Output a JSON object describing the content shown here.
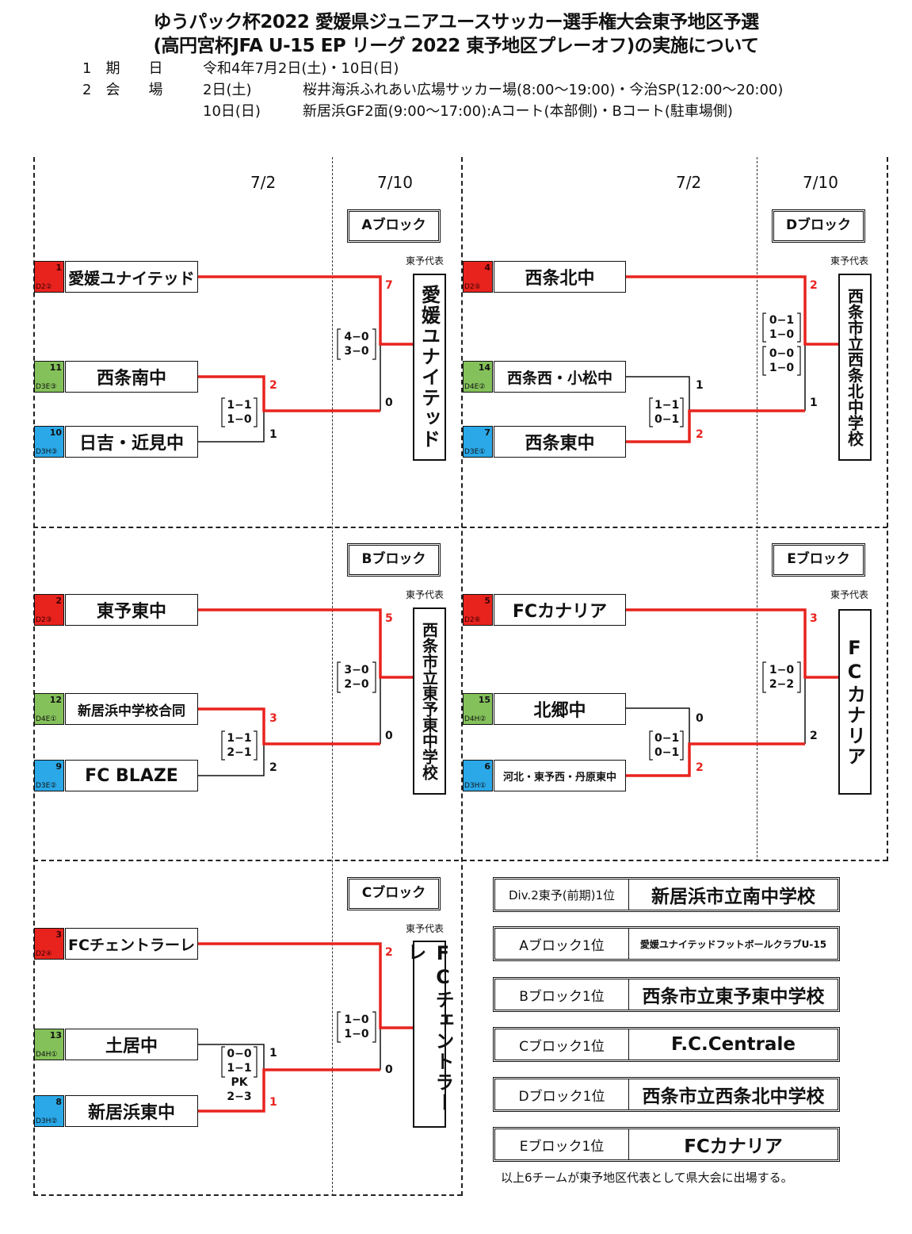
{
  "header": {
    "title1": "ゆうパック杯2022 愛媛県ジュニアユースサッカー選手権大会東予地区予選",
    "title2": "(高円宮杯JFA U-15 EP リーグ 2022 東予地区プレーオフ)の実施について",
    "line1_label": "1　期　　日",
    "line1_value": "令和4年7月2日(土)・10日(日)",
    "line2_label": "2　会　　場",
    "line2_date": "2日(土)",
    "line2_value": "桜井海浜ふれあい広場サッカー場(8:00〜19:00)・今治SP(12:00〜20:00)",
    "line3_date": "10日(日)",
    "line3_value": "新居浜GF2面(9:00〜17:00):Aコート(本部側)・Bコート(駐車場側)"
  },
  "dates": {
    "r1": "7/2",
    "r2": "7/10"
  },
  "rep_label": "東予代表",
  "blocks": {
    "A": {
      "label": "Aブロック",
      "teams": [
        {
          "seed": "1",
          "code": "D2②",
          "name": "愛媛ユナイテッド",
          "color": "red"
        },
        {
          "seed": "11",
          "code": "D3E③",
          "name": "西条南中",
          "color": "green"
        },
        {
          "seed": "10",
          "code": "D3H③",
          "name": "日吉・近見中",
          "color": "blue"
        }
      ],
      "semi": {
        "top": "2",
        "bottom": "1",
        "detail1": "1−1",
        "detail2": "1−0"
      },
      "final": {
        "top": "7",
        "bottom": "0",
        "detail1": "4−0",
        "detail2": "3−0"
      },
      "winner": "愛媛ユナイテッド"
    },
    "B": {
      "label": "Bブロック",
      "teams": [
        {
          "seed": "2",
          "code": "D2③",
          "name": "東予東中",
          "color": "red"
        },
        {
          "seed": "12",
          "code": "D4E①",
          "name": "新居浜中学校合同",
          "color": "green"
        },
        {
          "seed": "9",
          "code": "D3E②",
          "name": "FC BLAZE",
          "color": "blue"
        }
      ],
      "semi": {
        "top": "3",
        "bottom": "2",
        "detail1": "1−1",
        "detail2": "2−1"
      },
      "final": {
        "top": "5",
        "bottom": "0",
        "detail1": "3−0",
        "detail2": "2−0"
      },
      "winner": "西条市立東予東中学校"
    },
    "C": {
      "label": "Cブロック",
      "teams": [
        {
          "seed": "3",
          "code": "D2④",
          "name": "FCチェントラーレ",
          "color": "red"
        },
        {
          "seed": "13",
          "code": "D4H①",
          "name": "土居中",
          "color": "green"
        },
        {
          "seed": "8",
          "code": "D3H②",
          "name": "新居浜東中",
          "color": "blue"
        }
      ],
      "semi": {
        "top": "1",
        "bottom": "1",
        "detail1": "0−0",
        "detail2": "1−1",
        "detail3": "PK",
        "detail4": "2−3"
      },
      "final": {
        "top": "2",
        "bottom": "0",
        "detail1": "1−0",
        "detail2": "1−0"
      },
      "winner": "FCチェントラーレ"
    },
    "D": {
      "label": "Dブロック",
      "teams": [
        {
          "seed": "4",
          "code": "D2⑤",
          "name": "西条北中",
          "color": "red"
        },
        {
          "seed": "14",
          "code": "D4E②",
          "name": "西条西・小松中",
          "color": "green"
        },
        {
          "seed": "7",
          "code": "D3E①",
          "name": "西条東中",
          "color": "blue"
        }
      ],
      "semi": {
        "top": "1",
        "bottom": "2",
        "detail1": "1−1",
        "detail2": "0−1"
      },
      "final": {
        "top": "2",
        "bottom": "1",
        "detail1": "0−1",
        "detail2": "1−0",
        "detail3": "0−0",
        "detail4": "1−0"
      },
      "winner": "西条市立西条北中学校"
    },
    "E": {
      "label": "Eブロック",
      "teams": [
        {
          "seed": "5",
          "code": "D2⑥",
          "name": "FCカナリア",
          "color": "red"
        },
        {
          "seed": "15",
          "code": "D4H②",
          "name": "北郷中",
          "color": "green"
        },
        {
          "seed": "6",
          "code": "D3H①",
          "name": "河北・東予西・丹原東中",
          "color": "blue"
        }
      ],
      "semi": {
        "top": "0",
        "bottom": "2",
        "detail1": "0−1",
        "detail2": "0−1"
      },
      "final": {
        "top": "3",
        "bottom": "2",
        "detail1": "1−0",
        "detail2": "2−2"
      },
      "winner": "FCカナリア"
    }
  },
  "results": [
    {
      "label": "Div.2東予(前期)1位",
      "value": "新居浜市立南中学校"
    },
    {
      "label": "Aブロック1位",
      "value": "愛媛ユナイテッドフットボールクラブU-15"
    },
    {
      "label": "Bブロック1位",
      "value": "西条市立東予東中学校"
    },
    {
      "label": "Cブロック1位",
      "value": "F.C.Centrale"
    },
    {
      "label": "Dブロック1位",
      "value": "西条市立西条北中学校"
    },
    {
      "label": "Eブロック1位",
      "value": "FCカナリア"
    }
  ],
  "note": "以上6チームが東予地区代表として県大会に出場する。",
  "colors": {
    "win_line": "#e8231e",
    "red_seed": "#e8231e",
    "green_seed": "#84c15a",
    "blue_seed": "#2aa8e8"
  }
}
